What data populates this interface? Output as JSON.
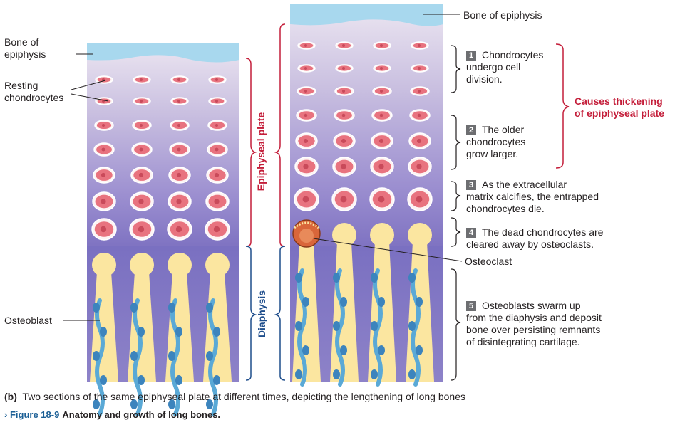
{
  "labels": {
    "bone_epiphysis_left": "Bone of\nepiphysis",
    "resting_chondrocytes": "Resting\nchondrocytes",
    "osteoblast": "Osteoblast",
    "bone_epiphysis_right": "Bone of epiphysis",
    "osteoclast": "Osteoclast",
    "epiphyseal_plate": "Epiphyseal plate",
    "diaphysis": "Diaphysis",
    "causes_thickening": "Causes thickening\nof epiphyseal plate"
  },
  "steps": [
    {
      "num": "1",
      "text": "Chondrocytes\nundergo cell\ndivision."
    },
    {
      "num": "2",
      "text": "The older\nchondrocytes\ngrow larger."
    },
    {
      "num": "3",
      "text": "As the extracellular\nmatrix calcifies, the entrapped\nchondrocytes die."
    },
    {
      "num": "4",
      "text": "The dead chondrocytes are\ncleared away by osteoclasts."
    },
    {
      "num": "5",
      "text": "Osteoblasts swarm up\nfrom the diaphysis and deposit\nbone over persisting remnants\nof disintegrating cartilage."
    }
  ],
  "caption": {
    "part": "(b)",
    "text": "Two sections of the same epiphyseal plate at different times, depicting the lengthening of long bones"
  },
  "figure": {
    "number": "Figure 18-9",
    "title": "Anatomy and growth of long bones."
  },
  "colors": {
    "epiphyseal_red": "#c41e3a",
    "diaphysis_blue": "#1f4e8c",
    "cartilage_purple": "#7b72b8",
    "bone_yellow": "#fbe6a0",
    "cell_pink": "#e8737f",
    "bone_cap_blue": "#a8d8ee",
    "osteoblast_blue": "#5aa9d6"
  }
}
